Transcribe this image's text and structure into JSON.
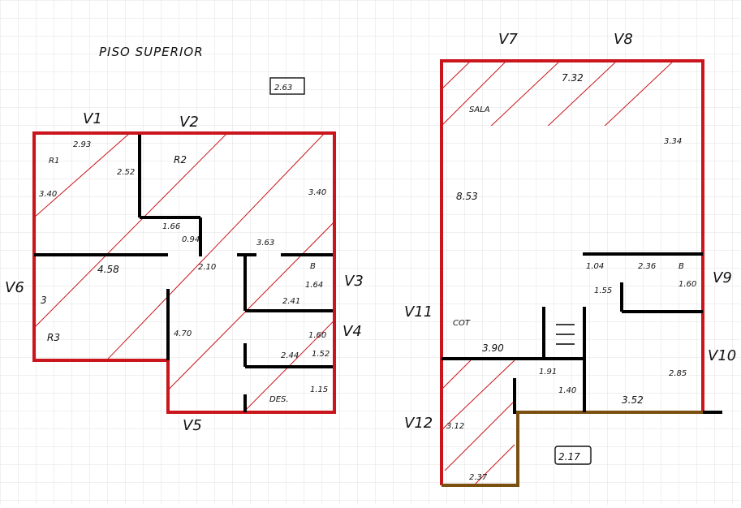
{
  "title": "PISO   SUPERIOR",
  "boxed_value": "2.63",
  "colors": {
    "outline": "#c9151b",
    "wall": "#000000",
    "hatch": "#c9151b",
    "brown": "#7a4f10",
    "grid": "#e1e1e1"
  },
  "left_plan": {
    "beams": {
      "v1": "V1",
      "v2": "V2",
      "v3": "V3",
      "v4": "V4",
      "v5": "V5",
      "v6": "V6"
    },
    "rooms": {
      "r1": "R1",
      "r2": "R2",
      "r3": "R3",
      "b": "B",
      "des": "DES."
    },
    "dims": {
      "d_293": "2.93",
      "d_340_left": "3.40",
      "d_252": "2.52",
      "d_340_right": "3.40",
      "d_166": "1.66",
      "d_094": "0.94",
      "d_458": "4.58",
      "d_210": "2.10",
      "d_363": "3.63",
      "d_3": "3",
      "d_164": "1.64",
      "d_241": "2.41",
      "d_470": "4.70",
      "d_160": "1.60",
      "d_244": "2.44",
      "d_152": "1.52",
      "d_115": "1.15"
    }
  },
  "right_plan": {
    "beams": {
      "v7": "V7",
      "v8": "V8",
      "v9": "V9",
      "v10": "V10",
      "v11": "V11",
      "v12": "V12"
    },
    "rooms": {
      "sala": "SALA",
      "cot": "COT",
      "b": "B"
    },
    "dims": {
      "d_732": "7.32",
      "d_334": "3.34",
      "d_853": "8.53",
      "d_104": "1.04",
      "d_236": "2.36",
      "d_155": "1.55",
      "d_160": "1.60",
      "d_390": "3.90",
      "d_191": "1.91",
      "d_140": "1.40",
      "d_285": "2.85",
      "d_352": "3.52",
      "d_312": "3.12",
      "d_237": "2.37",
      "d_boxed": "2.17"
    }
  }
}
